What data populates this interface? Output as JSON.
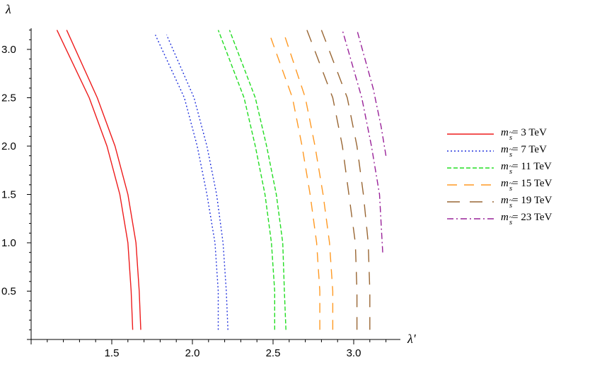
{
  "chart_data": {
    "type": "line",
    "title": "",
    "xlabel": "λ'",
    "ylabel": "λ",
    "xlim": [
      1.0,
      3.25
    ],
    "ylim": [
      0.0,
      3.25
    ],
    "xticks": [
      "1.5",
      "2.0",
      "2.5",
      "3.0"
    ],
    "yticks": [
      "0.5",
      "1.0",
      "1.5",
      "2.0",
      "2.5",
      "3.0"
    ],
    "legend_position": "right",
    "series": [
      {
        "name": "3 TeV",
        "color": "#ee1c1c",
        "dash": "solid",
        "curves": [
          [
            [
              1.63,
              0.1
            ],
            [
              1.62,
              0.5
            ],
            [
              1.6,
              1.0
            ],
            [
              1.55,
              1.5
            ],
            [
              1.47,
              2.0
            ],
            [
              1.36,
              2.5
            ],
            [
              1.16,
              3.2
            ]
          ],
          [
            [
              1.68,
              0.1
            ],
            [
              1.67,
              0.5
            ],
            [
              1.65,
              1.0
            ],
            [
              1.6,
              1.5
            ],
            [
              1.52,
              2.0
            ],
            [
              1.41,
              2.5
            ],
            [
              1.22,
              3.2
            ]
          ]
        ]
      },
      {
        "name": "7 TeV",
        "color": "#2233dd",
        "dash": "dotted",
        "curves": [
          [
            [
              2.16,
              0.1
            ],
            [
              2.16,
              0.5
            ],
            [
              2.14,
              1.0
            ],
            [
              2.09,
              1.5
            ],
            [
              2.03,
              2.0
            ],
            [
              1.95,
              2.5
            ],
            [
              1.77,
              3.15
            ]
          ],
          [
            [
              2.22,
              0.1
            ],
            [
              2.21,
              0.5
            ],
            [
              2.19,
              1.0
            ],
            [
              2.15,
              1.5
            ],
            [
              2.09,
              2.0
            ],
            [
              2.01,
              2.5
            ],
            [
              1.84,
              3.15
            ]
          ]
        ]
      },
      {
        "name": "11 TeV",
        "color": "#22dd22",
        "dash": "dashed",
        "curves": [
          [
            [
              2.51,
              0.1
            ],
            [
              2.51,
              0.5
            ],
            [
              2.49,
              1.0
            ],
            [
              2.45,
              1.5
            ],
            [
              2.39,
              2.0
            ],
            [
              2.32,
              2.5
            ],
            [
              2.16,
              3.2
            ]
          ],
          [
            [
              2.58,
              0.1
            ],
            [
              2.57,
              0.5
            ],
            [
              2.56,
              1.0
            ],
            [
              2.52,
              1.5
            ],
            [
              2.46,
              2.0
            ],
            [
              2.39,
              2.5
            ],
            [
              2.23,
              3.2
            ]
          ]
        ]
      },
      {
        "name": "15 TeV",
        "color": "#ff9922",
        "dash": "long-dashed",
        "curves": [
          [
            [
              2.79,
              0.1
            ],
            [
              2.79,
              0.5
            ],
            [
              2.77,
              1.0
            ],
            [
              2.73,
              1.5
            ],
            [
              2.68,
              2.0
            ],
            [
              2.62,
              2.5
            ],
            [
              2.48,
              3.15
            ]
          ],
          [
            [
              2.87,
              0.1
            ],
            [
              2.87,
              0.5
            ],
            [
              2.85,
              1.0
            ],
            [
              2.81,
              1.5
            ],
            [
              2.76,
              2.0
            ],
            [
              2.7,
              2.5
            ],
            [
              2.57,
              3.15
            ]
          ]
        ]
      },
      {
        "name": "19 TeV",
        "color": "#996633",
        "dash": "long-dashed-gap",
        "curves": [
          [
            [
              3.02,
              0.1
            ],
            [
              3.02,
              0.5
            ],
            [
              3.01,
              1.0
            ],
            [
              2.97,
              1.5
            ],
            [
              2.93,
              2.0
            ],
            [
              2.87,
              2.5
            ],
            [
              2.71,
              3.2
            ]
          ],
          [
            [
              3.1,
              0.1
            ],
            [
              3.1,
              0.5
            ],
            [
              3.09,
              1.0
            ],
            [
              3.06,
              1.5
            ],
            [
              3.02,
              2.0
            ],
            [
              2.96,
              2.5
            ],
            [
              2.8,
              3.2
            ]
          ]
        ]
      },
      {
        "name": "23 TeV",
        "color": "#992299",
        "dash": "dash-dot",
        "curves": [
          [
            [
              3.18,
              0.9
            ],
            [
              3.16,
              1.5
            ],
            [
              3.11,
              2.0
            ],
            [
              3.05,
              2.5
            ],
            [
              2.93,
              3.2
            ]
          ],
          [
            [
              3.2,
              1.9
            ],
            [
              3.17,
              2.2
            ],
            [
              3.12,
              2.6
            ],
            [
              3.02,
              3.2
            ]
          ]
        ]
      }
    ]
  },
  "legend": {
    "symbol": "m",
    "subscript": "s",
    "tilde": "~",
    "labels": [
      "= 3 TeV",
      "= 7 TeV",
      "= 11 TeV",
      "= 15 TeV",
      "= 19 TeV",
      "= 23 TeV"
    ],
    "colors": [
      "#ee1c1c",
      "#2233dd",
      "#22dd22",
      "#ff9922",
      "#996633",
      "#992299"
    ],
    "dashes": [
      "solid",
      "dotted",
      "dashed",
      "long-dashed",
      "long-dashed-gap",
      "dash-dot"
    ]
  }
}
